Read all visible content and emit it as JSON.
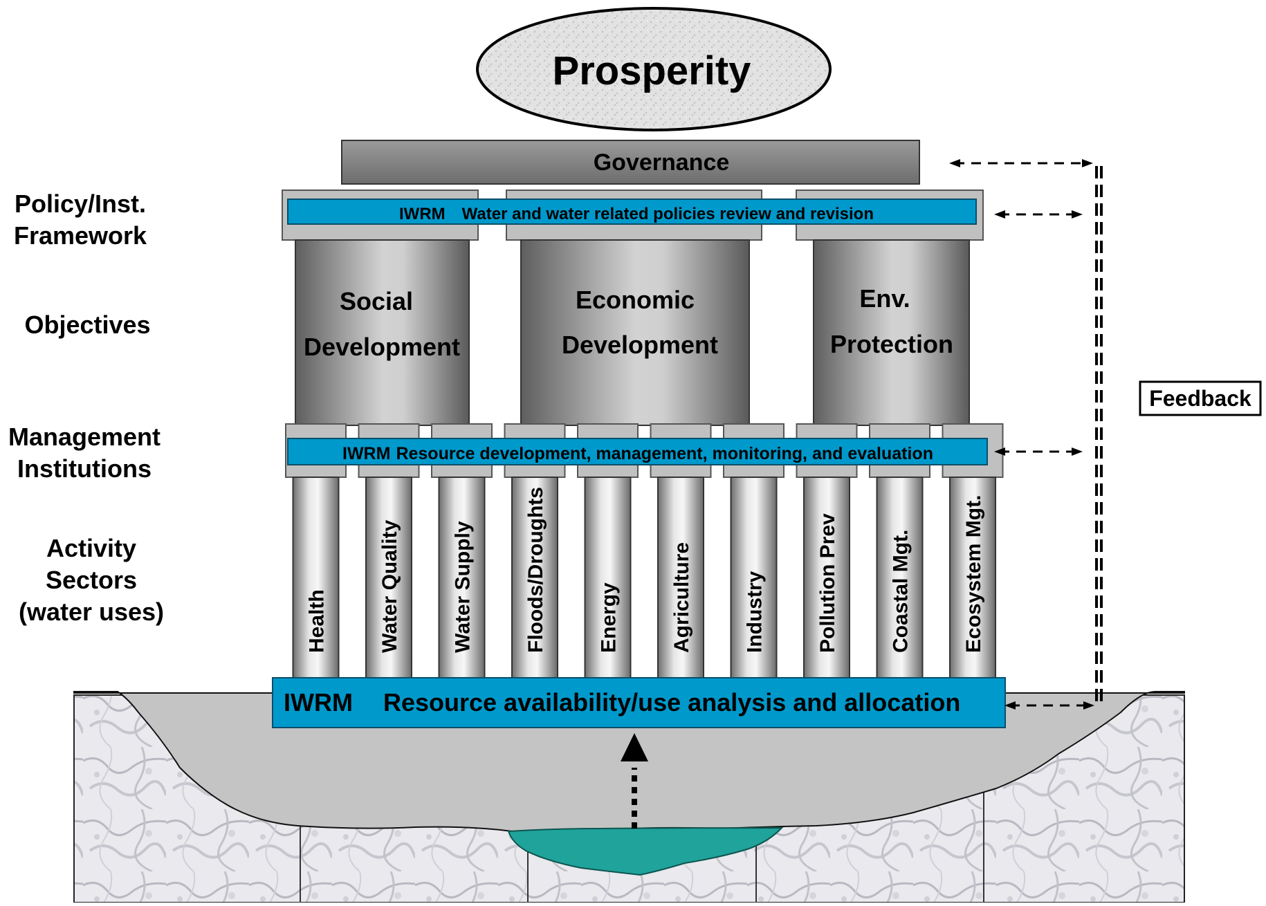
{
  "top": {
    "prosperity": "Prosperity",
    "governance": "Governance"
  },
  "policy_bar": {
    "prefix": "IWRM",
    "text": "Water and water related policies review and revision"
  },
  "management_bar": {
    "prefix": "IWRM",
    "text": "Resource development, management, monitoring, and evaluation"
  },
  "foundation_bar": {
    "prefix": "IWRM",
    "text": "Resource availability/use analysis and allocation"
  },
  "objectives": [
    {
      "line1": "Social",
      "line2": "Development"
    },
    {
      "line1": "Economic",
      "line2": "Development"
    },
    {
      "line1": "Env.",
      "line2": "Protection"
    }
  ],
  "sectors": [
    "Health",
    "Water Quality",
    "Water Supply",
    "Floods/Droughts",
    "Energy",
    "Agriculture",
    "Industry",
    "Pollution Prev",
    "Coastal Mgt.",
    "Ecosystem Mgt."
  ],
  "row_labels": {
    "policy": [
      "Policy/Inst.",
      "Framework"
    ],
    "objectives": [
      "Objectives"
    ],
    "management": [
      "Management",
      "Institutions"
    ],
    "activity": [
      "Activity",
      "Sectors",
      "(water uses)"
    ]
  },
  "feedback": "Feedback",
  "colors": {
    "bar_blue": "#0099cc",
    "governance_dark": "#7a7a7a",
    "capital_gray": "#c0c0c0",
    "ground_gray": "#c4c4c4",
    "water_teal": "#1fa39a"
  }
}
